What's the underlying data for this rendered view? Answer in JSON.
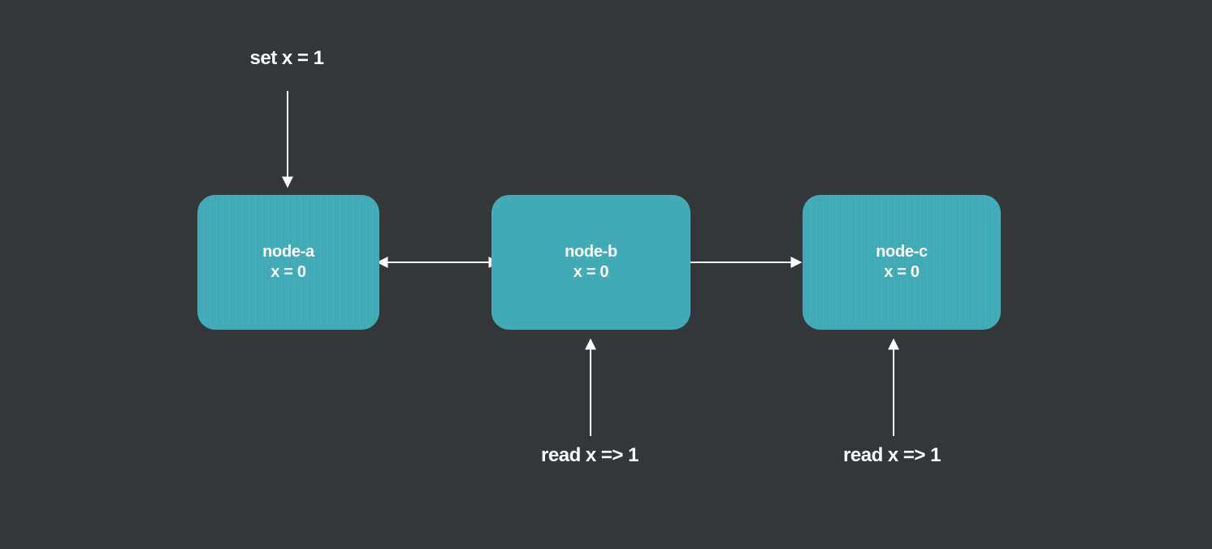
{
  "colors": {
    "background": "#34373a",
    "node_fill": "#40aab7",
    "arrow": "#ffffff",
    "text": "#ffffff"
  },
  "write_op": {
    "label": "set x = 1"
  },
  "nodes": [
    {
      "name": "node-a",
      "value": "x = 0"
    },
    {
      "name": "node-b",
      "value": "x = 0"
    },
    {
      "name": "node-c",
      "value": "x = 0"
    }
  ],
  "read_ops": [
    {
      "label": "read x => 1"
    },
    {
      "label": "read x => 1"
    }
  ]
}
